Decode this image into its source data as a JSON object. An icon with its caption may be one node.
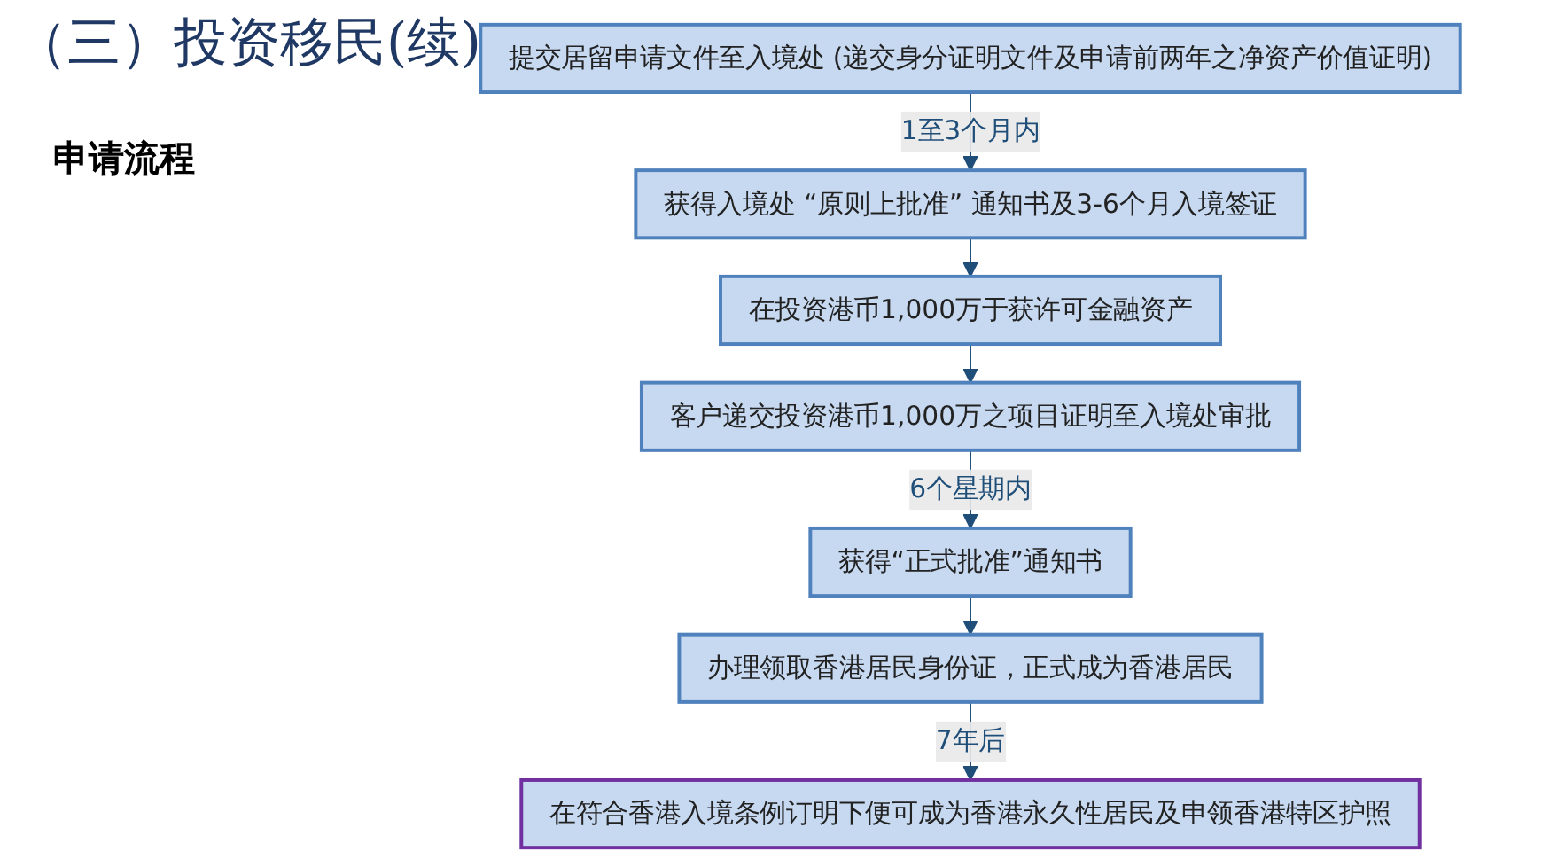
{
  "diagram": {
    "title": "（三）投资移民(续)",
    "nodes": [
      {
        "text": [
          "提交居留申请文件至入境处 (递交身分证明文件及申请前两年之净资产价值证明)"
        ]
      },
      {
        "text": [
          "获得入境处 “原则上批准” 通知书及3-6个月入境签证"
        ]
      },
      {
        "text": [
          "在投资港币1,000万于获许可金融资产"
        ]
      },
      {
        "text": [
          "客户递交投资港币1,000万之项目证明至入境处审批"
        ]
      },
      {
        "text": [
          "获得“正式批准”通知书"
        ]
      },
      {
        "text": [
          "办理领取香港居民身份证，正式成为香港居民"
        ]
      },
      {
        "text": [
          "在符合香港入境条例订明下便可成为香港永久性居民及申领香港特区护照"
        ]
      }
    ],
    "edges": [
      {
        "from": 0,
        "to": 1,
        "arrow": "to",
        "label": "1至3个月内"
      },
      {
        "from": 1,
        "to": 2,
        "arrow": "to"
      },
      {
        "from": 2,
        "to": 3,
        "arrow": "to"
      },
      {
        "from": 3,
        "to": 4,
        "arrow": "to",
        "label": "6个星期内"
      },
      {
        "from": 4,
        "to": 5,
        "arrow": "to"
      },
      {
        "from": 5,
        "to": 6,
        "arrow": "to",
        "label": "7年后"
      }
    ],
    "labels": [
      "申请流程"
    ]
  }
}
